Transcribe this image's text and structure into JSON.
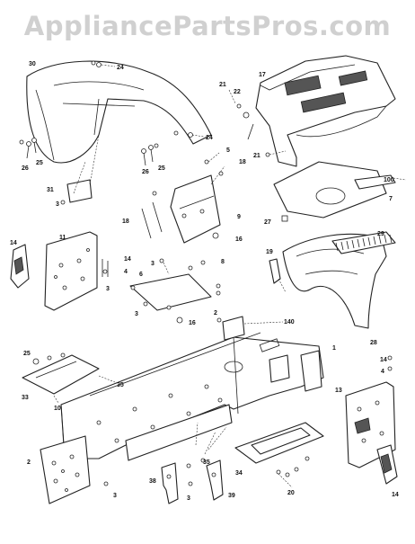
{
  "watermark": "AppliancePartsPros.com",
  "parts": {
    "p30": "30",
    "p24a": "24",
    "p24b": "24",
    "p26a": "26",
    "p25a": "25",
    "p26b": "26",
    "p25b": "25",
    "p31": "31",
    "p3a": "3",
    "p17": "17",
    "p21a": "21",
    "p22": "22",
    "p18a": "18",
    "p21b": "21",
    "p100": "100",
    "p7": "7",
    "p27": "27",
    "p5": "5",
    "p9": "9",
    "p18b": "18",
    "p16a": "16",
    "p14a": "14",
    "p11": "11",
    "p14b": "14",
    "p4": "4",
    "p3b": "3",
    "p6": "6",
    "p8": "8",
    "p3c": "3",
    "p3d": "3",
    "p16b": "16",
    "p19": "19",
    "p29": "29",
    "p28": "28",
    "p2a": "2",
    "p140": "140",
    "p1": "1",
    "p25c": "25",
    "p33": "33",
    "p10": "10",
    "p35a": "35",
    "p14c": "14",
    "p4b": "4",
    "p13": "13",
    "p2b": "2",
    "p3e": "3",
    "p38": "38",
    "p3f": "3",
    "p35b": "35",
    "p39": "39",
    "p34": "34",
    "p20": "20",
    "p14d": "14"
  }
}
